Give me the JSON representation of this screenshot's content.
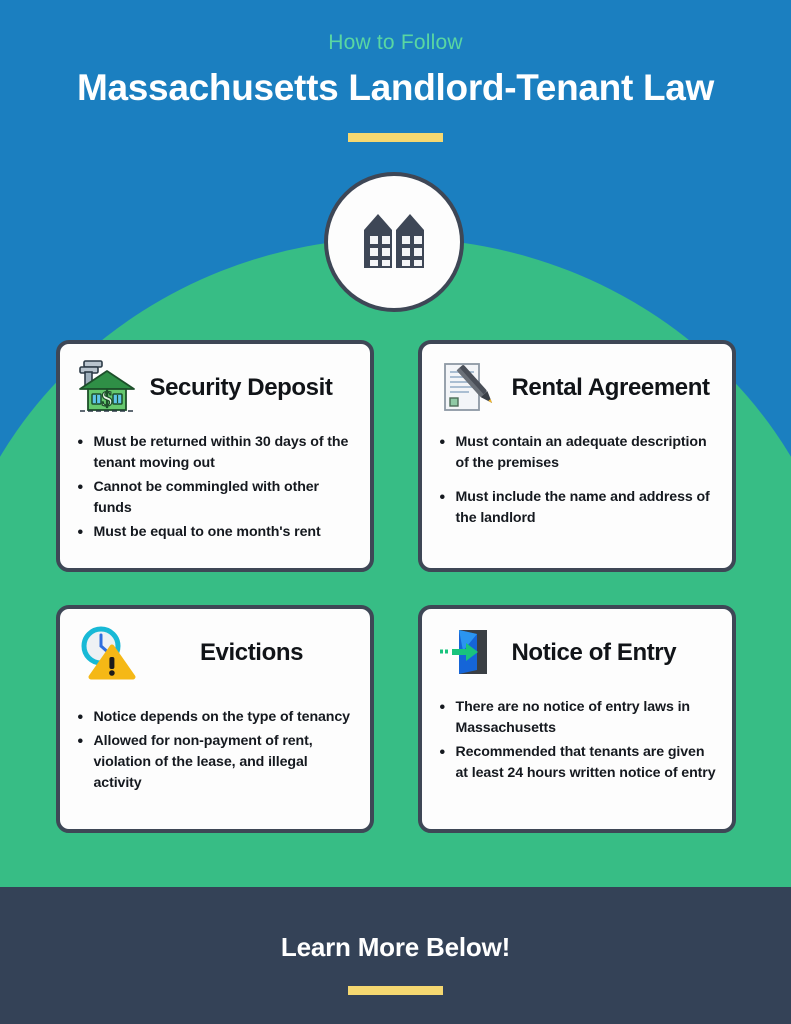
{
  "header": {
    "kicker": "How to Follow",
    "title": "Massachusetts Landlord-Tenant Law"
  },
  "badge": {
    "icon": "buildings-icon"
  },
  "cards": [
    {
      "title": "Security Deposit",
      "icon": "house-with-dollar-icon",
      "bullets": [
        "Must be returned within 30 days of the tenant moving out",
        "Cannot be commingled with other funds",
        "Must be equal to one month's rent"
      ]
    },
    {
      "title": "Rental Agreement",
      "icon": "document-with-pen-icon",
      "bullets": [
        "Must contain an adequate description of the premises",
        "Must include the name and address of the landlord"
      ]
    },
    {
      "title": "Evictions",
      "icon": "clock-warning-icon",
      "bullets": [
        "Notice depends on the type of tenancy",
        "Allowed for non-payment of rent, violation of the lease, and illegal activity"
      ]
    },
    {
      "title": "Notice of Entry",
      "icon": "open-door-arrow-icon",
      "bullets": [
        "There are no notice of entry laws in Massachusetts",
        "Recommended that tenants are given at least 24 hours written notice of entry"
      ]
    }
  ],
  "footer": {
    "title": "Learn More Below!"
  },
  "colors": {
    "background_blue": "#1b7fc0",
    "accent_green": "#37bd85",
    "kicker_green": "#59d6a2",
    "divider_yellow": "#f5d871",
    "footer_navy": "#344257",
    "card_border": "#3e4756",
    "card_background": "#fdfdfd",
    "text_dark": "#15191f",
    "text_white": "#ffffff"
  }
}
